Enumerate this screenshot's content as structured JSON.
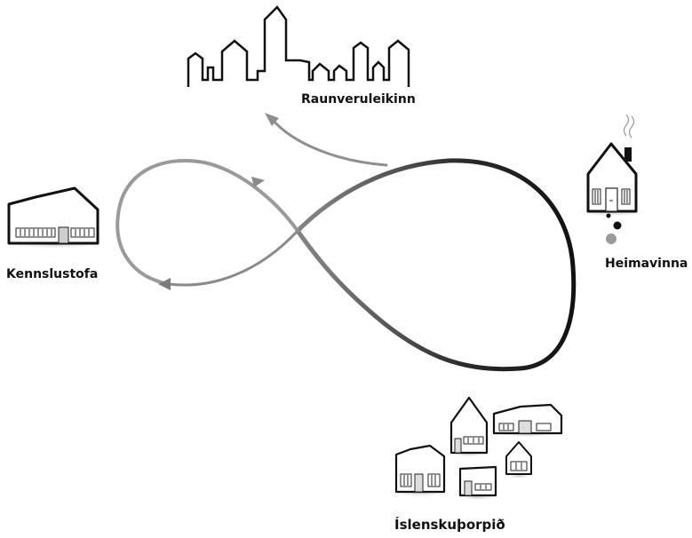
{
  "labels": {
    "city": "Raunveruleikinn",
    "classroom": "Kennslustofa",
    "home": "Heimavinna",
    "village": "Íslenskuþorpið"
  },
  "icons": {
    "city": "city-skyline-icon",
    "classroom": "school-building-icon",
    "home": "house-icon",
    "village": "village-houses-icon"
  },
  "colors": {
    "loop_light": "#a6a6a6",
    "loop_mid": "#7a7a7a",
    "loop_dark": "#1a1a1a",
    "stroke": "#111111"
  }
}
